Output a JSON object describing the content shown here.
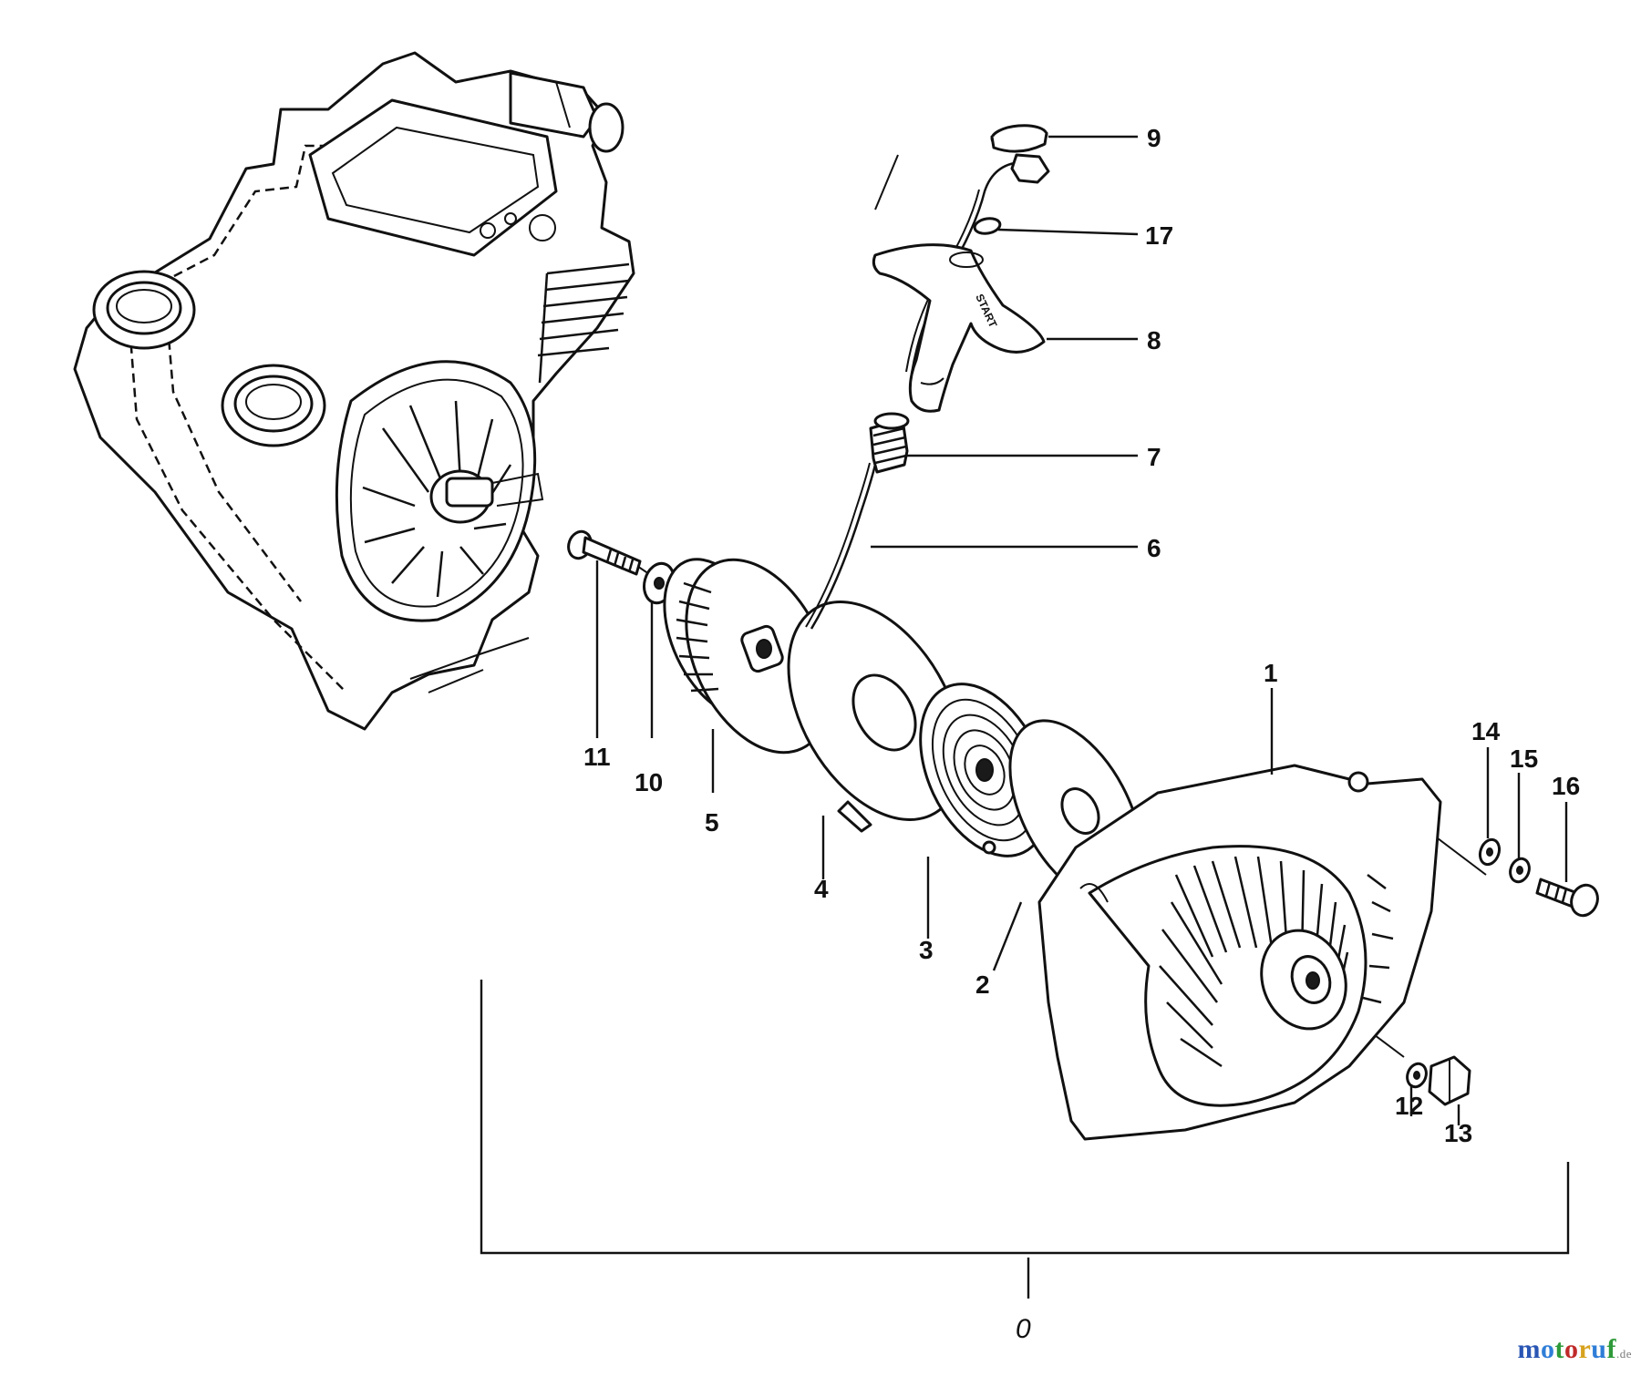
{
  "callouts": {
    "c1": "1",
    "c2": "2",
    "c3": "3",
    "c4": "4",
    "c5": "5",
    "c6": "6",
    "c7": "7",
    "c8": "8",
    "c9": "9",
    "c10": "10",
    "c11": "11",
    "c12": "12",
    "c13": "13",
    "c14": "14",
    "c15": "15",
    "c16": "16",
    "c17": "17"
  },
  "assembly_label": "0",
  "handle_text": "START",
  "watermark": {
    "segments": [
      {
        "text": "m",
        "color": "#2a56b4"
      },
      {
        "text": "o",
        "color": "#2f7ed8"
      },
      {
        "text": "t",
        "color": "#2e9a3a"
      },
      {
        "text": "o",
        "color": "#c02a2a"
      },
      {
        "text": "r",
        "color": "#d7a21e"
      },
      {
        "text": "u",
        "color": "#2f7ed8"
      },
      {
        "text": "f",
        "color": "#2e9a3a"
      }
    ],
    "suffix": ".de"
  }
}
